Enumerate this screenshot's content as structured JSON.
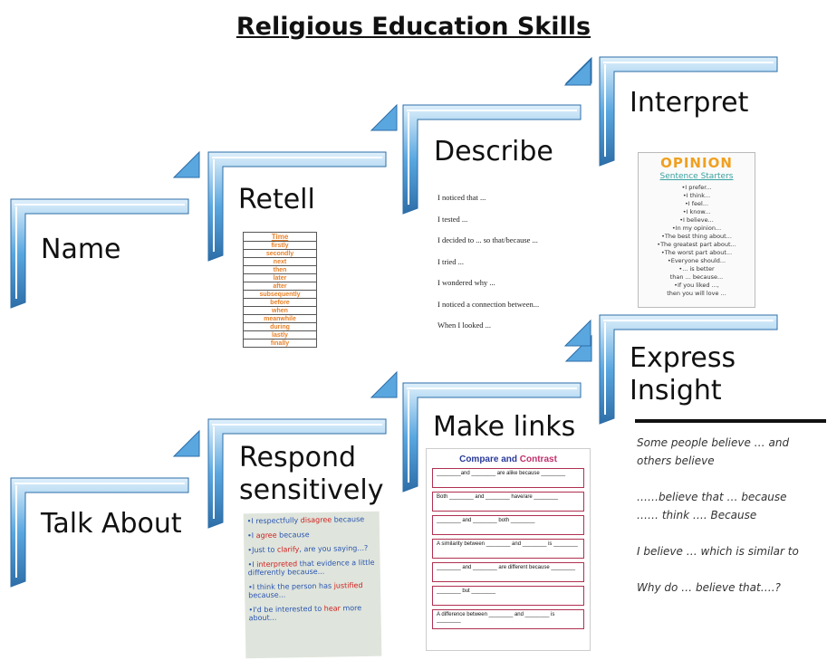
{
  "title": "Religious Education Skills",
  "steps": [
    {
      "id": "name",
      "label": "Name"
    },
    {
      "id": "retell",
      "label": "Retell"
    },
    {
      "id": "describe",
      "label": "Describe"
    },
    {
      "id": "interpret",
      "label": "Interpret"
    },
    {
      "id": "talk",
      "label": "Talk About"
    },
    {
      "id": "respond",
      "label_line1": "Respond",
      "label_line2": "sensitively"
    },
    {
      "id": "links",
      "label": "Make links"
    },
    {
      "id": "insight",
      "label_line1": "Express",
      "label_line2": "Insight"
    }
  ],
  "time_table": {
    "header": "Time",
    "words": [
      "firstly",
      "secondly",
      "next",
      "then",
      "later",
      "after",
      "subsequently",
      "before",
      "when",
      "meanwhile",
      "during",
      "lastly",
      "finally"
    ]
  },
  "describe_starters": [
    "I noticed that ...",
    "I tested ...",
    "I decided to ... so that/because ...",
    "I tried ...",
    "I wondered why ...",
    "I noticed a connection between...",
    "When I looked ..."
  ],
  "opinion_poster": {
    "title": "OPINION",
    "subtitle": "Sentence Starters",
    "lines": [
      "•I prefer...",
      "•I think...",
      "•I feel...",
      "•I know...",
      "•I believe...",
      "•In my opinion...",
      "•The best thing about...",
      "•The greatest part about...",
      "•The worst part about...",
      "•Everyone should...",
      "•... is better",
      "than ... because...",
      "•If you liked ...,",
      "then you will love ..."
    ]
  },
  "respond_card": {
    "items": [
      {
        "pre": "•I respectfully ",
        "hl": "disagree",
        "post": " because"
      },
      {
        "pre": "•I ",
        "hl": "agree",
        "post": " because"
      },
      {
        "pre": "•Just to ",
        "hl": "clarify",
        "post": ", are you saying...?"
      },
      {
        "pre": "•I ",
        "hl": "interpreted",
        "post": " that evidence a little differently because..."
      },
      {
        "pre": "•I think the person has ",
        "hl": "justified",
        "post": " because..."
      },
      {
        "pre": "•I'd be interested to ",
        "hl": "hear",
        "post": " more about..."
      }
    ]
  },
  "compare_contrast": {
    "title_a": "Compare and ",
    "title_b": "Contrast",
    "rows": [
      "________and ________ are alike because ________",
      "Both ________ and ________ have/are ________",
      "________ and ________ both ________",
      "A similarity between ________ and ________ is ________",
      "________ and ________ are different because ________",
      "________ but ________",
      "A difference between ________ and ________ is ________"
    ]
  },
  "insight_starters": [
    "Some people believe … and",
    "others believe",
    "",
    "……believe that … because",
    "…… think …. Because",
    "",
    "I believe … which is similar to",
    "",
    "Why do … believe that….?"
  ],
  "colors": {
    "step_blue": "#5aa7e0",
    "step_light": "#dff0fb",
    "step_edge": "#2d6ea8",
    "highlight_yellow": "#f3e84a",
    "divider": "#111111"
  }
}
